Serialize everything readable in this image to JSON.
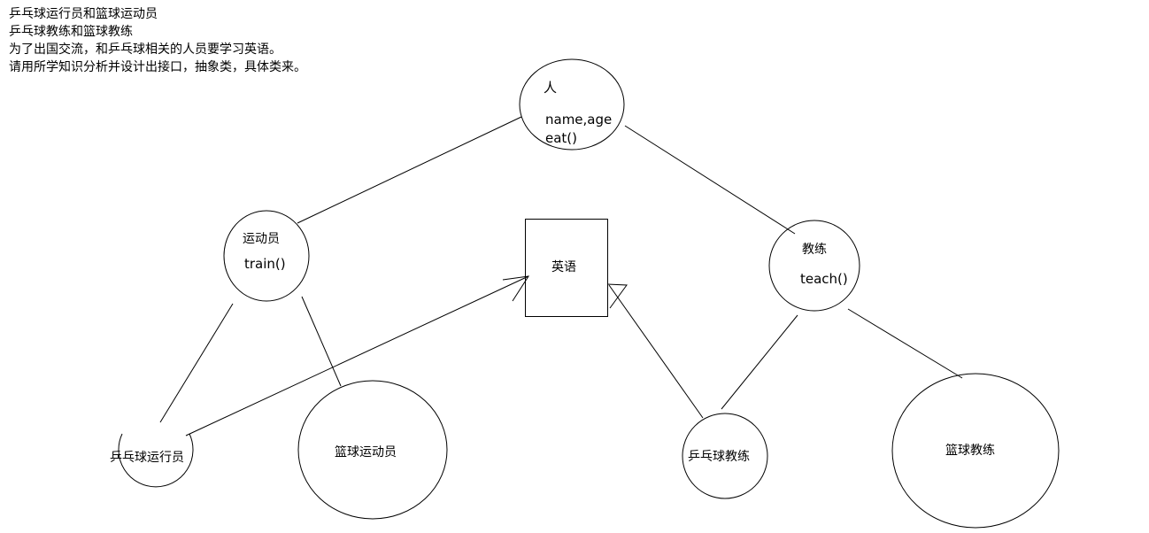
{
  "notes": [
    "乒乓球运行员和篮球运动员",
    "乒乓球教练和篮球教练",
    "为了出国交流，和乒乓球相关的人员要学习英语。",
    "请用所学知识分析并设计出接口，抽象类，具体类来。"
  ],
  "person": {
    "title": "人",
    "fields": "name,age",
    "method": "eat()"
  },
  "athlete": {
    "title": "运动员",
    "method": "train()"
  },
  "coach": {
    "title": "教练",
    "method": "teach()"
  },
  "english": {
    "label": "英语"
  },
  "pingpong_player": {
    "label": "乒乓球运行员"
  },
  "basketball_player": {
    "label": "篮球运动员"
  },
  "pingpong_coach": {
    "label": "乒乓球教练"
  },
  "basketball_coach": {
    "label": "篮球教练"
  }
}
